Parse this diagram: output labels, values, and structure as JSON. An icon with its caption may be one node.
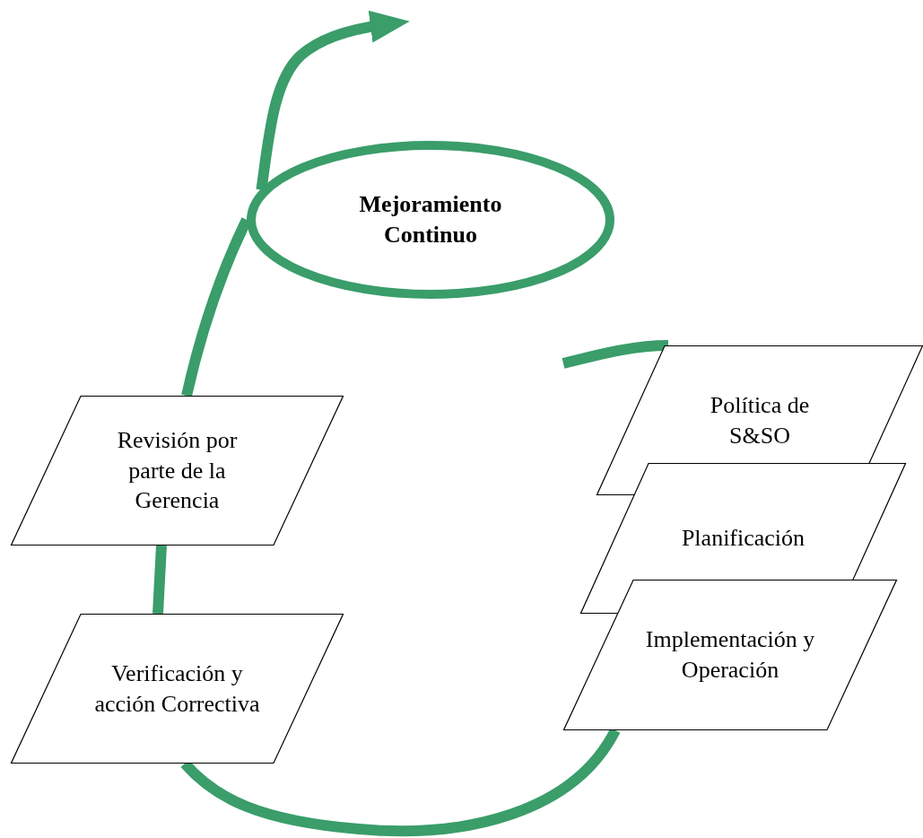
{
  "diagram": {
    "nodes": [
      {
        "text": [
          "Mejoramiento Continuo"
        ]
      },
      {
        "text": [
          "Política de S&SO"
        ]
      },
      {
        "text": [
          "Planificación"
        ]
      },
      {
        "text": [
          "Implementación y Operación"
        ]
      },
      {
        "text": [
          "Verificación y acción Correctiva"
        ]
      },
      {
        "text": [
          "Revisión por parte de la Gerencia"
        ]
      }
    ],
    "edges": [
      {
        "from": null,
        "to": 1,
        "arrow": "none"
      },
      {
        "from": 3,
        "to": 4,
        "arrow": "none"
      },
      {
        "from": 4,
        "to": 5,
        "arrow": "none"
      },
      {
        "from": 5,
        "to": 0,
        "arrow": "none"
      },
      {
        "from": 0,
        "to": null,
        "arrow": "to"
      }
    ]
  }
}
